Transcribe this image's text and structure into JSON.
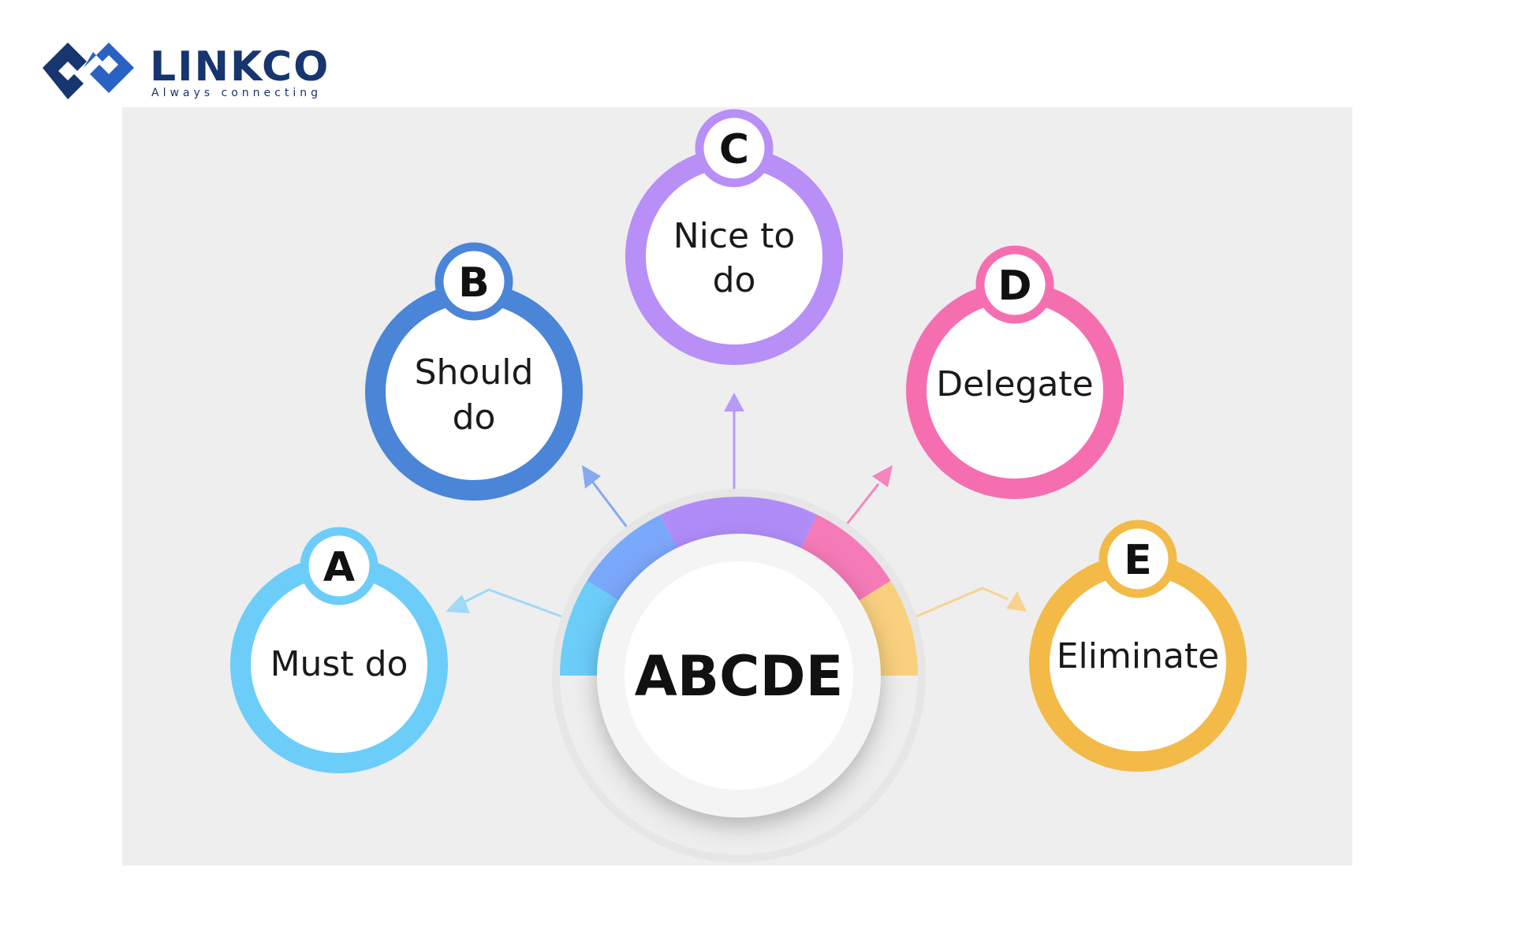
{
  "brand": {
    "name": "LINKCO",
    "tagline": "Always connecting",
    "color": "#17356f"
  },
  "diagram": {
    "center_label": "ABCDE",
    "nodes": [
      {
        "letter": "A",
        "label_lines": [
          "Must do"
        ],
        "color": "#6ccdf9"
      },
      {
        "letter": "B",
        "label_lines": [
          "Should",
          "do"
        ],
        "color": "#4a85d8"
      },
      {
        "letter": "C",
        "label_lines": [
          "Nice to",
          "do"
        ],
        "color": "#b88ef7"
      },
      {
        "letter": "D",
        "label_lines": [
          "Delegate"
        ],
        "color": "#f56fb0"
      },
      {
        "letter": "E",
        "label_lines": [
          "Eliminate"
        ],
        "color": "#f3ba48"
      }
    ],
    "arc_colors": [
      "#6ccdf9",
      "#7aa8fa",
      "#b08cf9",
      "#f57ab8",
      "#f9d07e"
    ]
  }
}
